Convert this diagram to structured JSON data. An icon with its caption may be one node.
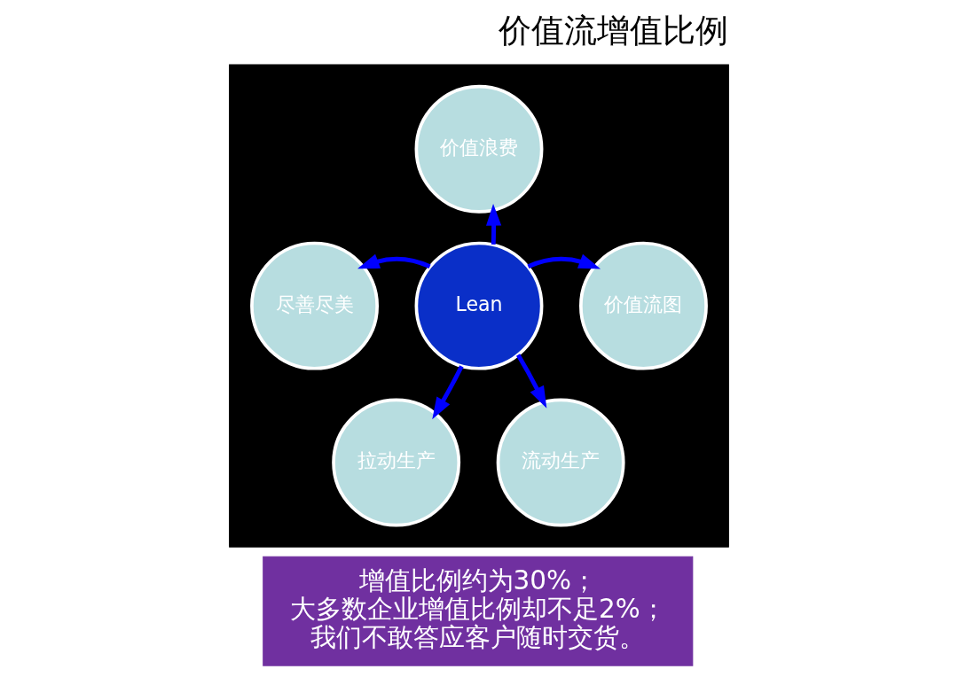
{
  "diagram": {
    "title": "价值流增值比例",
    "nodes": [
      {
        "text": [],
        "shape": "box"
      },
      {
        "text": [
          "Lean"
        ],
        "in": 0
      },
      {
        "text": [
          "价值浪费"
        ],
        "in": 0
      },
      {
        "text": [
          "价值流图"
        ],
        "in": 0
      },
      {
        "text": [
          "流动生产"
        ],
        "in": 0
      },
      {
        "text": [
          "拉动生产"
        ],
        "in": 0
      },
      {
        "text": [
          "尽善尽美"
        ],
        "in": 0
      },
      {
        "text": [
          "增值比例约为30%；",
          "大多数企业增值比例却不足2%；",
          "我们不敢答应客户随时交货。"
        ]
      }
    ],
    "edges": [
      {
        "from": 1,
        "to": 2,
        "arrow": "to"
      },
      {
        "from": 1,
        "to": 3,
        "arrow": "to"
      },
      {
        "from": 1,
        "to": 4,
        "arrow": "to"
      },
      {
        "from": 1,
        "to": 5,
        "arrow": "to"
      },
      {
        "from": 1,
        "to": 6,
        "arrow": "to"
      }
    ]
  }
}
